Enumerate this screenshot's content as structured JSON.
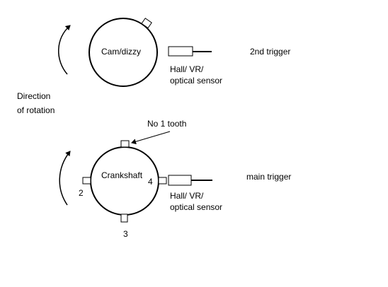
{
  "cam": {
    "label": "Cam/dizzy",
    "sensor_label_line1": "Hall/ VR/",
    "sensor_label_line2": "optical sensor",
    "trigger_label": "2nd trigger"
  },
  "rotation": {
    "label_line1": "Direction",
    "label_line2": "of rotation"
  },
  "crank": {
    "label": "Crankshaft",
    "tooth_callout": "No 1 tooth",
    "tooth_number_right": "4",
    "tooth_number_left": "2",
    "tooth_number_bottom": "3",
    "sensor_label_line1": "Hall/ VR/",
    "sensor_label_line2": "optical sensor",
    "trigger_label": "main trigger"
  },
  "colors": {
    "line": "#000000",
    "background": "#ffffff"
  }
}
